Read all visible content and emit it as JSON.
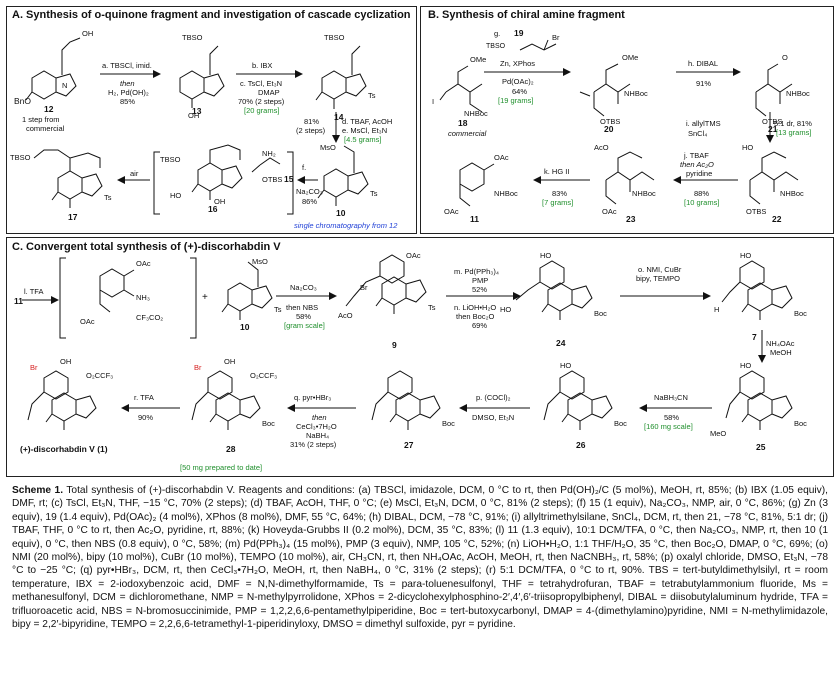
{
  "panelA": {
    "title": "A. Synthesis of o-quinone fragment and investigation of cascade cyclization",
    "c12": "12",
    "c12_sub": "BnO",
    "c12_note1": "1 step from",
    "c12_note2": "commercial",
    "c13": "13",
    "c14": "14",
    "c10": "10",
    "c15": "15",
    "c16": "16",
    "c17": "17",
    "stepA": "a. TBSCl, imid.",
    "stepA_then": "then",
    "stepA_b": "H₂, Pd(OH)₂",
    "stepA_y": "85%",
    "stepB": "b. IBX",
    "stepC": "c. TsCl, Et₃N",
    "stepC2": "DMAP",
    "stepBC_y": "70% (2 steps)",
    "stepBC_scale": "[20 grams]",
    "stepDE_y": "81%",
    "stepDE_n": "(2 steps)",
    "stepD": "d. TBAF, AcOH",
    "stepE": "e. MsCl, Et₃N",
    "stepDE_scale": "[4.5 grams]",
    "stepF": "f.",
    "stepF_reag": "Na₂CO₃",
    "stepF_y": "86%",
    "air": "air",
    "chrom": "single chromatography from 12",
    "lbl_TBSO": "TBSO",
    "lbl_OH": "OH",
    "lbl_HO": "HO",
    "lbl_MsO": "MsO",
    "lbl_Ts": "Ts",
    "lbl_NH2": "NH₂",
    "lbl_OTBS": "OTBS",
    "lbl_O": "O",
    "lbl_N": "N",
    "lbl_H": "H"
  },
  "panelB": {
    "title": "B. Synthesis of chiral amine fragment",
    "c18": "18",
    "c18_note": "commercial",
    "c19": "19",
    "c20": "20",
    "c21": "21",
    "c22": "22",
    "c23": "23",
    "c11": "11",
    "stepG": "g.",
    "stepG_reag": "Zn, XPhos",
    "stepG_reag2": "Pd(OAc)₂",
    "stepG_y": "64%",
    "stepG_scale": "[19 grams]",
    "stepH": "h. DIBAL",
    "stepH_y": "91%",
    "stepI": "i. allylTMS",
    "stepI_reag": "SnCl₄",
    "stepI_y": "5:1 dr, 81%",
    "stepI_scale": "[13 grams]",
    "stepJ": "j. TBAF",
    "stepJ_then": "then Ac₂O",
    "stepJ_reag": "pyridine",
    "stepJ_y": "88%",
    "stepJ_scale": "[10 grams]",
    "stepK": "k. HG II",
    "stepK_y": "83%",
    "stepK_scale": "[7 grams]",
    "lbl_OMe": "OMe",
    "lbl_I": "I",
    "lbl_NHBoc": "NHBoc",
    "lbl_OTBS": "OTBS",
    "lbl_TBSO": "TBSO",
    "lbl_Br": "Br",
    "lbl_O": "O",
    "lbl_HO": "HO",
    "lbl_AcO": "AcO",
    "lbl_OAc": "OAc",
    "lbl_H": "H"
  },
  "panelC": {
    "title": "C. Convergent total synthesis of (+)-discorhabdin V",
    "c11": "11",
    "c10": "10",
    "c9": "9",
    "c24": "24",
    "c7": "7",
    "c25": "25",
    "c26": "26",
    "c27": "27",
    "c28": "28",
    "product": "(+)-discorhabdin V (1)",
    "stepL": "l. TFA",
    "na2co3": "Na₂CO₃",
    "then_nbs": "then NBS",
    "y58": "58%",
    "gram": "[gram scale]",
    "stepM": "m. Pd(PPh₃)₄",
    "stepM_reag": "PMP",
    "stepM_y": "52%",
    "stepN": "n. LiOH•H₂O",
    "stepN_then": "then Boc₂O",
    "stepN_y": "69%",
    "stepO": "o. NMI, CuBr",
    "stepO_reag": "bipy, TEMPO",
    "nh4oac": "NH₄OAc",
    "meoh": "MeOH",
    "nabh3cn": "NaBH₃CN",
    "y58b": "58%",
    "mg160": "[160 mg scale]",
    "stepP": "p. (COCl)₂",
    "stepP_reag": "DMSO, Et₃N",
    "stepQ": "q. pyr•HBr₃",
    "stepQ_then": "then",
    "stepQ_reag1": "CeCl₃•7H₂O",
    "stepQ_reag2": "NaBH₄",
    "stepQ_y": "31% (2 steps)",
    "mg50": "[50 mg prepared to date]",
    "stepR": "r. TFA",
    "stepR_y": "90%",
    "lbl_OAc": "OAc",
    "lbl_AcO": "AcO",
    "lbl_NH3": "NH₃",
    "lbl_CF3CO2": "CF₃CO₂",
    "lbl_MsO": "MsO",
    "lbl_Ts": "Ts",
    "lbl_Br": "Br",
    "lbl_HO": "HO",
    "lbl_OH": "OH",
    "lbl_Boc": "Boc",
    "lbl_O2CCF3": "O₂CCF₃",
    "lbl_MeO": "MeO",
    "lbl_H": "H",
    "lbl_N": "N",
    "lbl_O": "O"
  },
  "caption": {
    "lead": "Scheme 1.",
    "text": "Total synthesis of (+)-discorhabdin V. Reagents and conditions: (a) TBSCl, imidazole, DCM, 0 °C to rt, then Pd(OH)₂/C (5 mol%), MeOH, rt, 85%; (b) IBX (1.05 equiv), DMF, rt; (c) TsCl, Et₃N, THF, −15 °C, 70% (2 steps); (d) TBAF, AcOH, THF, 0 °C; (e) MsCl, Et₃N, DCM, 0 °C, 81% (2 steps); (f) 15 (1 equiv), Na₂CO₃, NMP, air, 0 °C, 86%; (g) Zn (3 equiv), 19 (1.4 equiv), Pd(OAc)₂ (4 mol%), XPhos (8 mol%), DMF, 55 °C, 64%; (h) DIBAL, DCM, −78 °C, 91%; (i) allyltrimethylsilane, SnCl₄, DCM, rt, then 21, −78 °C, 81%, 5:1 dr; (j) TBAF, THF, 0 °C to rt, then Ac₂O, pyridine, rt, 88%; (k) Hoveyda-Grubbs II (0.2 mol%), DCM, 35 °C, 83%; (l) 11 (1.3 equiv), 10:1 DCM/TFA, 0 °C, then Na₂CO₃, NMP, rt, then 10 (1 equiv), 0 °C, then NBS (0.8 equiv), 0 °C, 58%; (m) Pd(PPh₃)₄ (15 mol%), PMP (3 equiv), NMP, 105 °C, 52%; (n) LiOH•H₂O, 1:1 THF/H₂O, 35 °C, then Boc₂O, DMAP, 0 °C, 69%; (o) NMI (20 mol%), bipy (10 mol%), CuBr (10 mol%), TEMPO (10 mol%), air, CH₃CN, rt, then NH₄OAc, AcOH, MeOH, rt, then NaCNBH₃, rt, 58%; (p) oxalyl chloride, DMSO, Et₃N, −78 °C to −25 °C; (q) pyr•HBr₃, DCM, rt, then CeCl₃•7H₂O, MeOH, rt, then NaBH₄, 0 °C, 31% (2 steps); (r) 5:1 DCM/TFA, 0 °C to rt, 90%. TBS = tert-butyldimethylsilyl, rt = room temperature, IBX = 2-iodoxybenzoic acid, DMF = N,N-dimethylformamide, Ts = para-toluenesulfonyl, THF = tetrahydrofuran, TBAF = tetrabutylammonium fluoride, Ms = methanesulfonyl, DCM = dichloromethane, NMP = N-methylpyrrolidone, XPhos = 2-dicyclohexylphosphino-2′,4′,6′-triisopropylbiphenyl, DIBAL = diisobutylaluminum hydride, TFA = trifluoroacetic acid, NBS = N-bromosuccinimide, PMP = 1,2,2,6,6-pentamethylpiperidine, Boc = tert-butoxycarbonyl, DMAP = 4-(dimethylamino)pyridine, NMI = N-methylimidazole, bipy = 2,2′-bipyridine, TEMPO = 2,2,6,6-tetramethyl-1-piperidinyloxy, DMSO = dimethyl sulfoxide, pyr = pyridine."
  },
  "colors": {
    "green": "#1f8f2c",
    "blue": "#1f3fd6",
    "red": "#d61f1f",
    "ink": "#111111"
  }
}
